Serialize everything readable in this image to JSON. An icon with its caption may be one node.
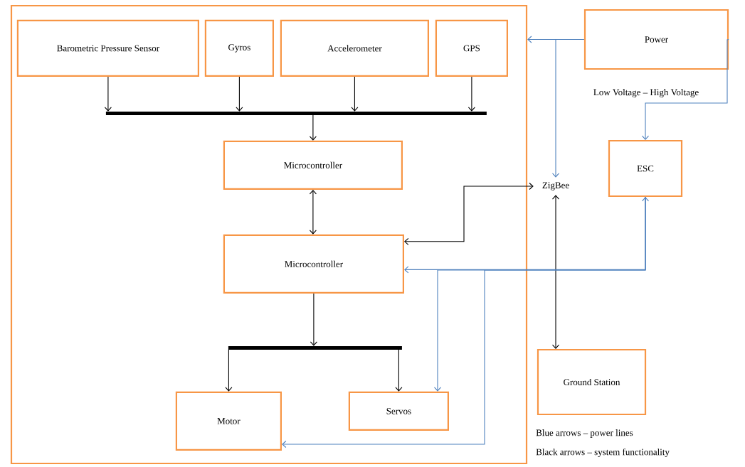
{
  "diagram": {
    "nodes": [
      {
        "text": [],
        "shape": "box"
      },
      {
        "text": [
          "Barometric Pressure Sensor"
        ],
        "in": 0
      },
      {
        "text": [
          "Gyros"
        ],
        "in": 0
      },
      {
        "text": [
          "Accelerometer"
        ],
        "in": 0
      },
      {
        "text": [
          "GPS"
        ],
        "in": 0
      },
      {
        "text": [],
        "shape": "bar",
        "in": 0
      },
      {
        "text": [
          "Microcontroller"
        ],
        "in": 0
      },
      {
        "text": [
          "Microcontroller"
        ],
        "in": 0
      },
      {
        "text": [],
        "shape": "bar",
        "in": 0
      },
      {
        "text": [
          "Motor"
        ],
        "in": 0
      },
      {
        "text": [
          "Servos"
        ],
        "in": 0
      },
      {
        "text": [
          "Power"
        ]
      },
      {
        "text": [
          "ZigBee"
        ]
      },
      {
        "text": [
          "ESC"
        ]
      },
      {
        "text": [
          "Ground Station"
        ]
      }
    ],
    "edges": [
      {
        "from": 1,
        "to": 5,
        "arrow": "to"
      },
      {
        "from": 2,
        "to": 5,
        "arrow": "to"
      },
      {
        "from": 3,
        "to": 5,
        "arrow": "to"
      },
      {
        "from": 4,
        "to": 5,
        "arrow": "to"
      },
      {
        "from": 5,
        "to": 6,
        "arrow": "to"
      },
      {
        "from": 6,
        "to": 7,
        "arrow": "both"
      },
      {
        "from": 7,
        "to": 8,
        "arrow": "to"
      },
      {
        "from": 8,
        "to": 9,
        "arrow": "to"
      },
      {
        "from": 8,
        "to": 10,
        "arrow": "to"
      },
      {
        "from": 7,
        "to": 12,
        "arrow": "both"
      },
      {
        "from": 12,
        "to": 14,
        "arrow": "both"
      },
      {
        "from": 11,
        "to": 0,
        "arrow": "to",
        "color": "#4f81bd"
      },
      {
        "from": 11,
        "to": 12,
        "arrow": "to",
        "color": "#4f81bd"
      },
      {
        "from": 11,
        "to": 13,
        "arrow": "to",
        "color": "#4f81bd"
      },
      {
        "from": 13,
        "to": 7,
        "arrow": "both",
        "color": "#4f81bd"
      },
      {
        "from": 13,
        "to": 10,
        "arrow": "to",
        "color": "#4f81bd"
      },
      {
        "from": 13,
        "to": 9,
        "arrow": "to",
        "color": "#4f81bd"
      }
    ],
    "labels": [
      "Low Voltage – High Voltage",
      "Blue arrows – power lines",
      "Black arrows – system functionality"
    ]
  }
}
